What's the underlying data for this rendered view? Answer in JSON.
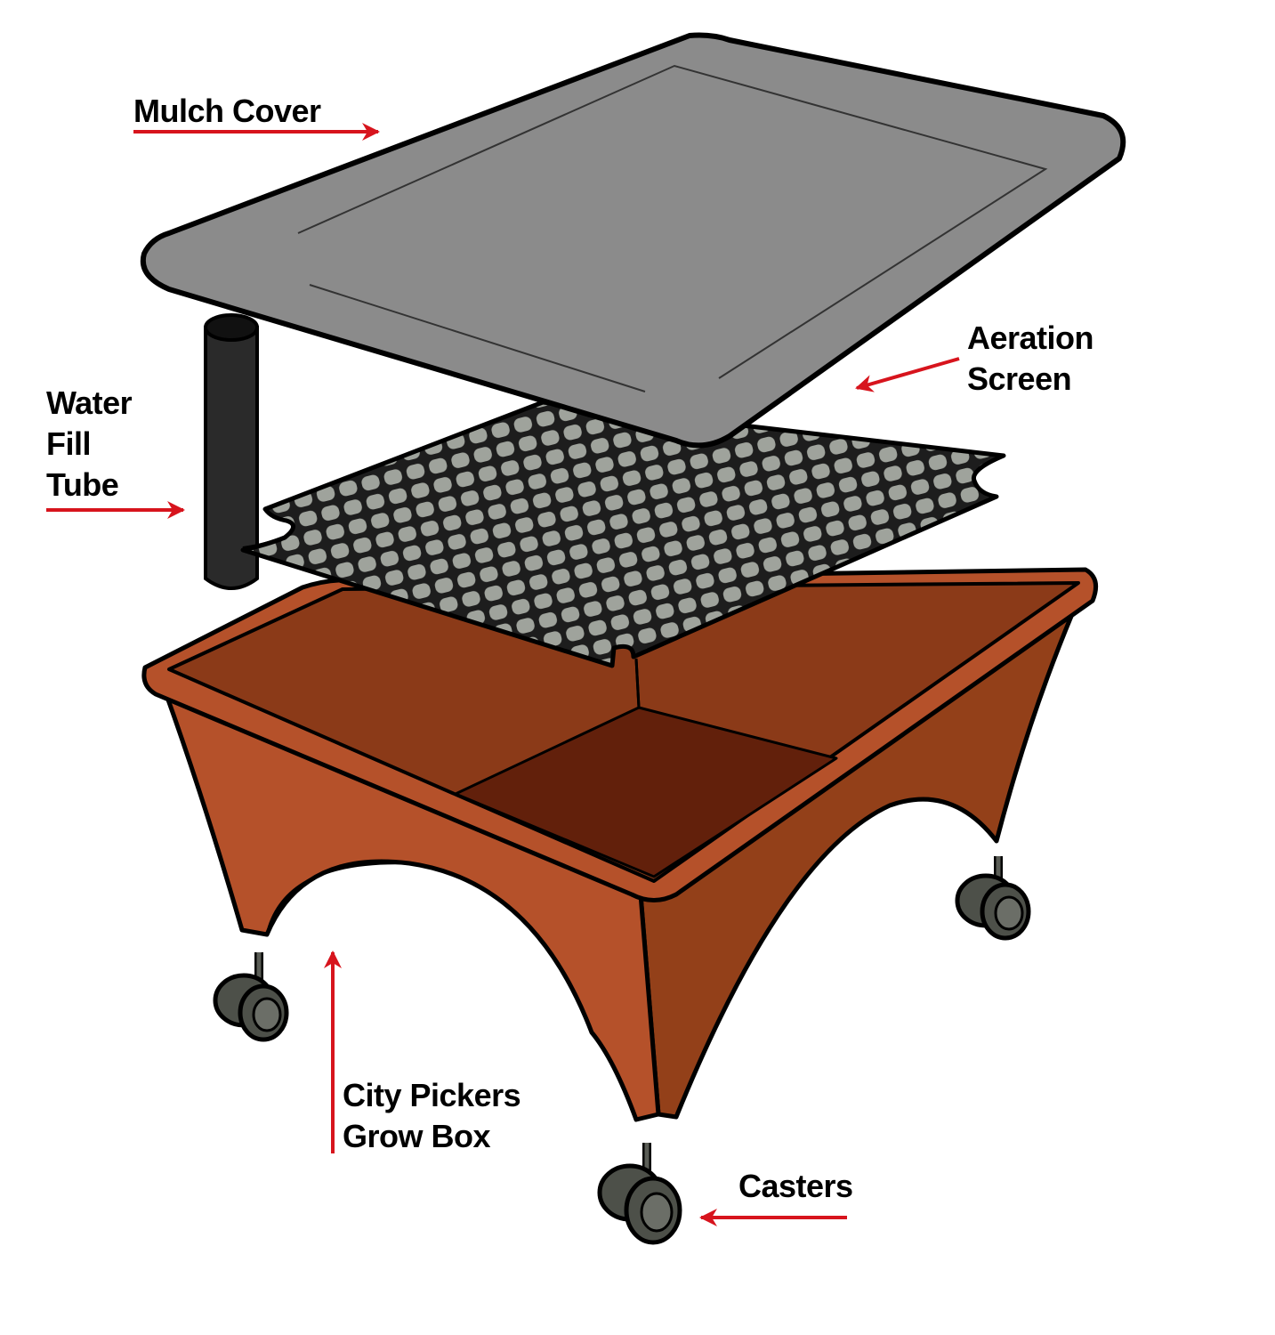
{
  "colors": {
    "arrow": "#d7141d",
    "box_front": "#b5512a",
    "box_side": "#934019",
    "box_interior": "#8b3a18",
    "box_floor": "#62200b",
    "cover": "#8b8b8b",
    "screen_tile": "#9fa39c",
    "tube": "#2a2a2a",
    "caster": "#4d5049"
  },
  "labels": {
    "mulch_cover": "Mulch Cover",
    "aeration_screen": [
      "Aeration",
      "Screen"
    ],
    "water_fill_tube": [
      "Water",
      "Fill",
      "Tube"
    ],
    "grow_box": [
      "City Pickers",
      "Grow Box"
    ],
    "casters": "Casters"
  }
}
